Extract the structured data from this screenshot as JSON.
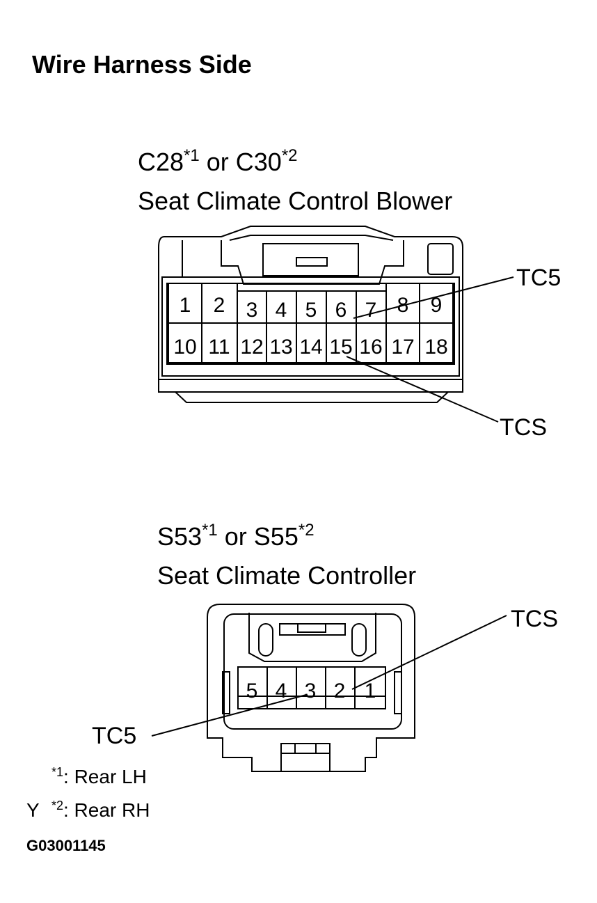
{
  "title": "Wire Harness Side",
  "connector_top": {
    "id_a": "C28",
    "sup_a": "*1",
    "or": "or",
    "id_b": "C30",
    "sup_b": "*2",
    "description": "Seat Climate Control Blower",
    "pins_row1": [
      "1",
      "2",
      "3",
      "4",
      "5",
      "6",
      "7",
      "8",
      "9"
    ],
    "pins_row2": [
      "10",
      "11",
      "12",
      "13",
      "14",
      "15",
      "16",
      "17",
      "18"
    ],
    "label_upper": "TC5",
    "label_lower": "TCS"
  },
  "connector_bottom": {
    "id_a": "S53",
    "sup_a": "*1",
    "or": "or",
    "id_b": "S55",
    "sup_b": "*2",
    "description": "Seat Climate Controller",
    "pins": [
      "5",
      "4",
      "3",
      "2",
      "1"
    ],
    "label_right": "TCS",
    "label_left": "TC5"
  },
  "notes": [
    {
      "prefix": "",
      "mark": "*1",
      "text": ": Rear LH"
    },
    {
      "prefix": "Y",
      "mark": "*2",
      "text": ": Rear RH"
    }
  ],
  "figure_id": "G03001145"
}
